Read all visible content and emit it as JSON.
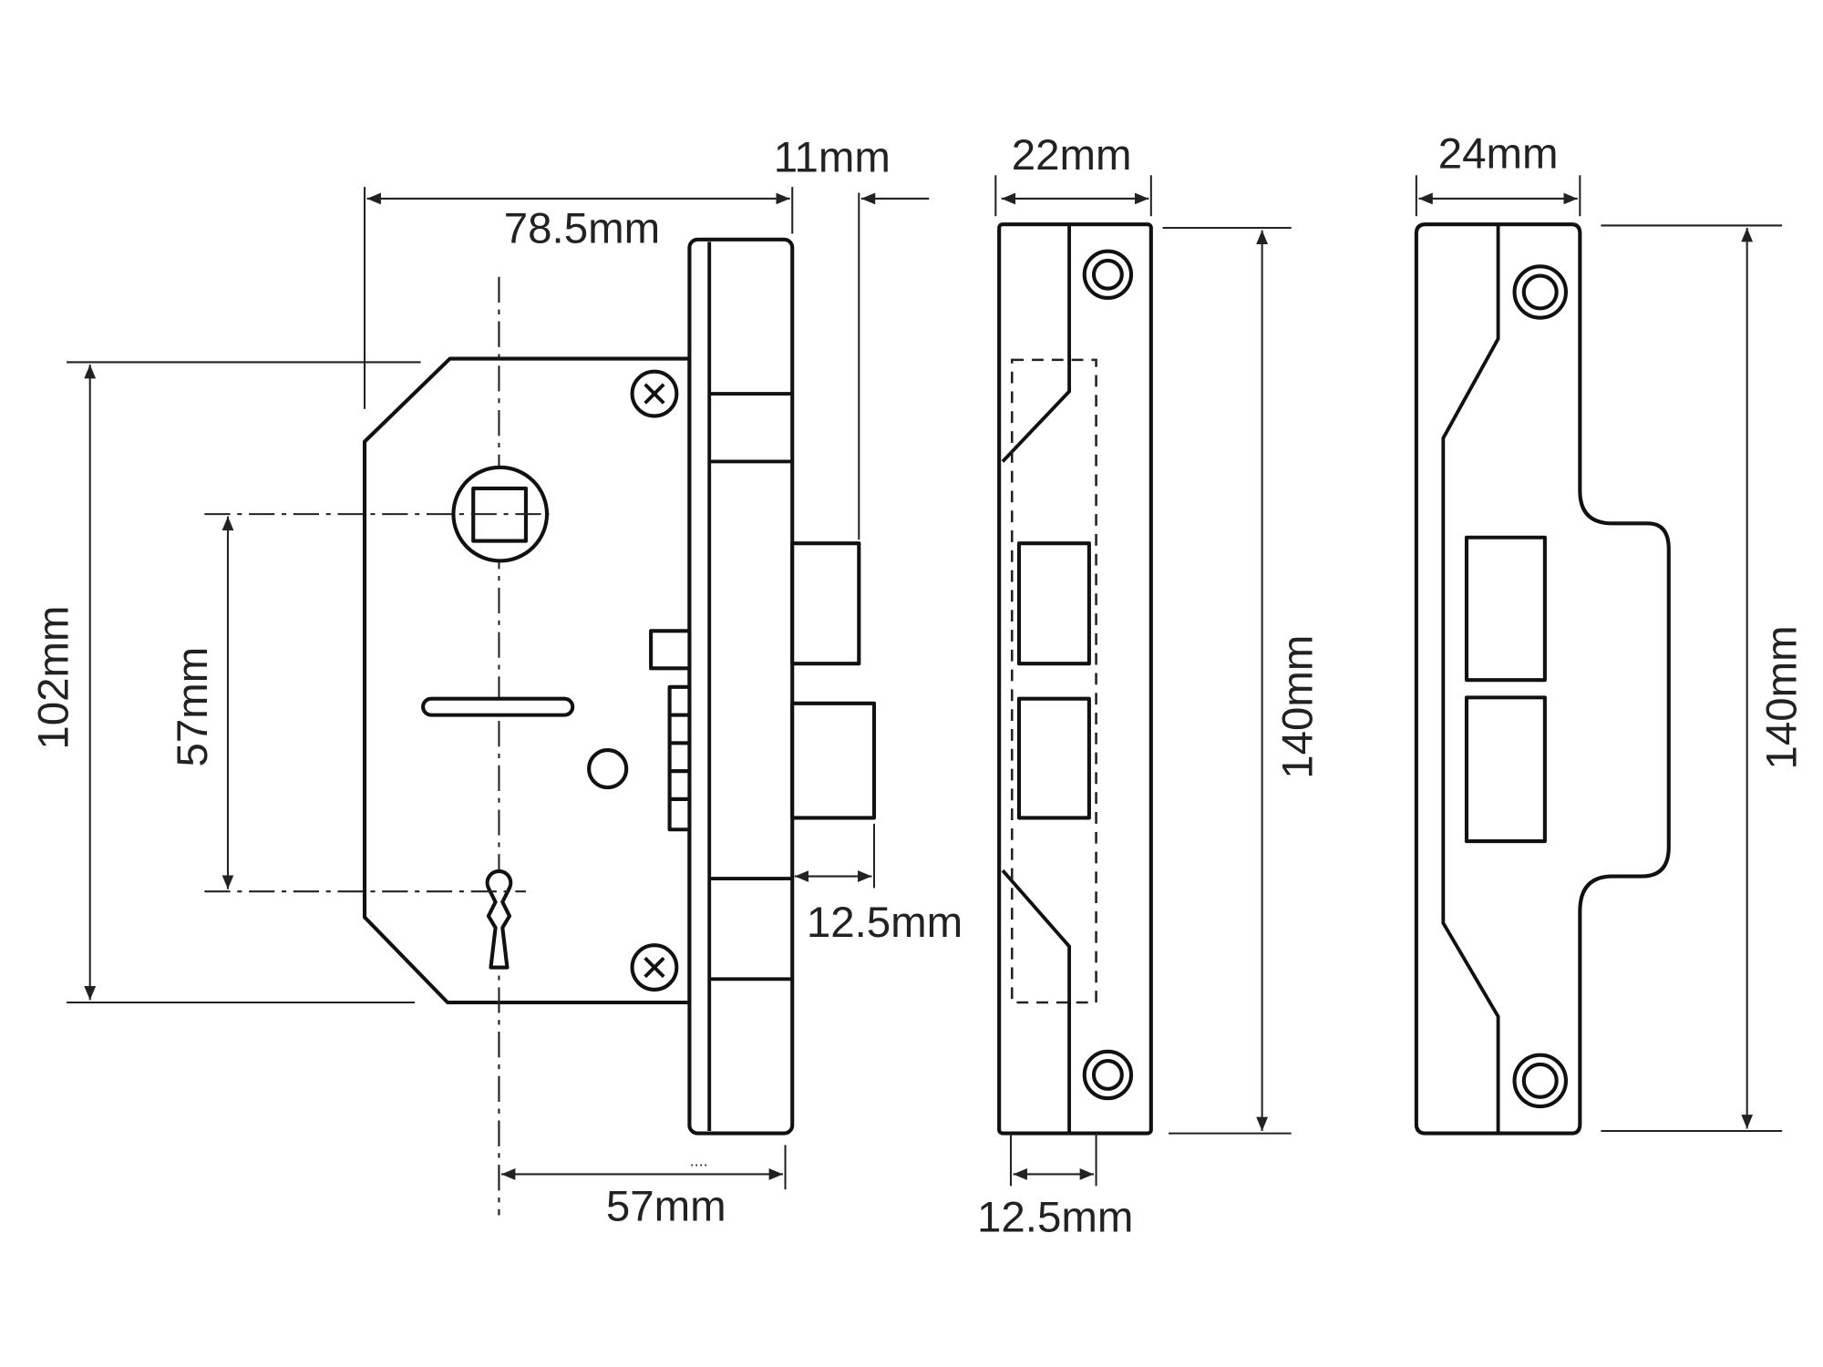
{
  "title": "Mortice sashlock and strike plates dimension drawing",
  "lock_body": {
    "width_label": "78.5mm",
    "height_label": "102mm",
    "centres_label": "57mm",
    "backset_label": "57mm",
    "latch_projection_label": "11mm",
    "bolt_throw_label": "12.5mm",
    "minor_mark": "...."
  },
  "strike_plate_1": {
    "width_label": "22mm",
    "height_label": "140mm",
    "offset_label": "12.5mm"
  },
  "strike_plate_2": {
    "width_label": "24mm",
    "height_label": "140mm"
  }
}
